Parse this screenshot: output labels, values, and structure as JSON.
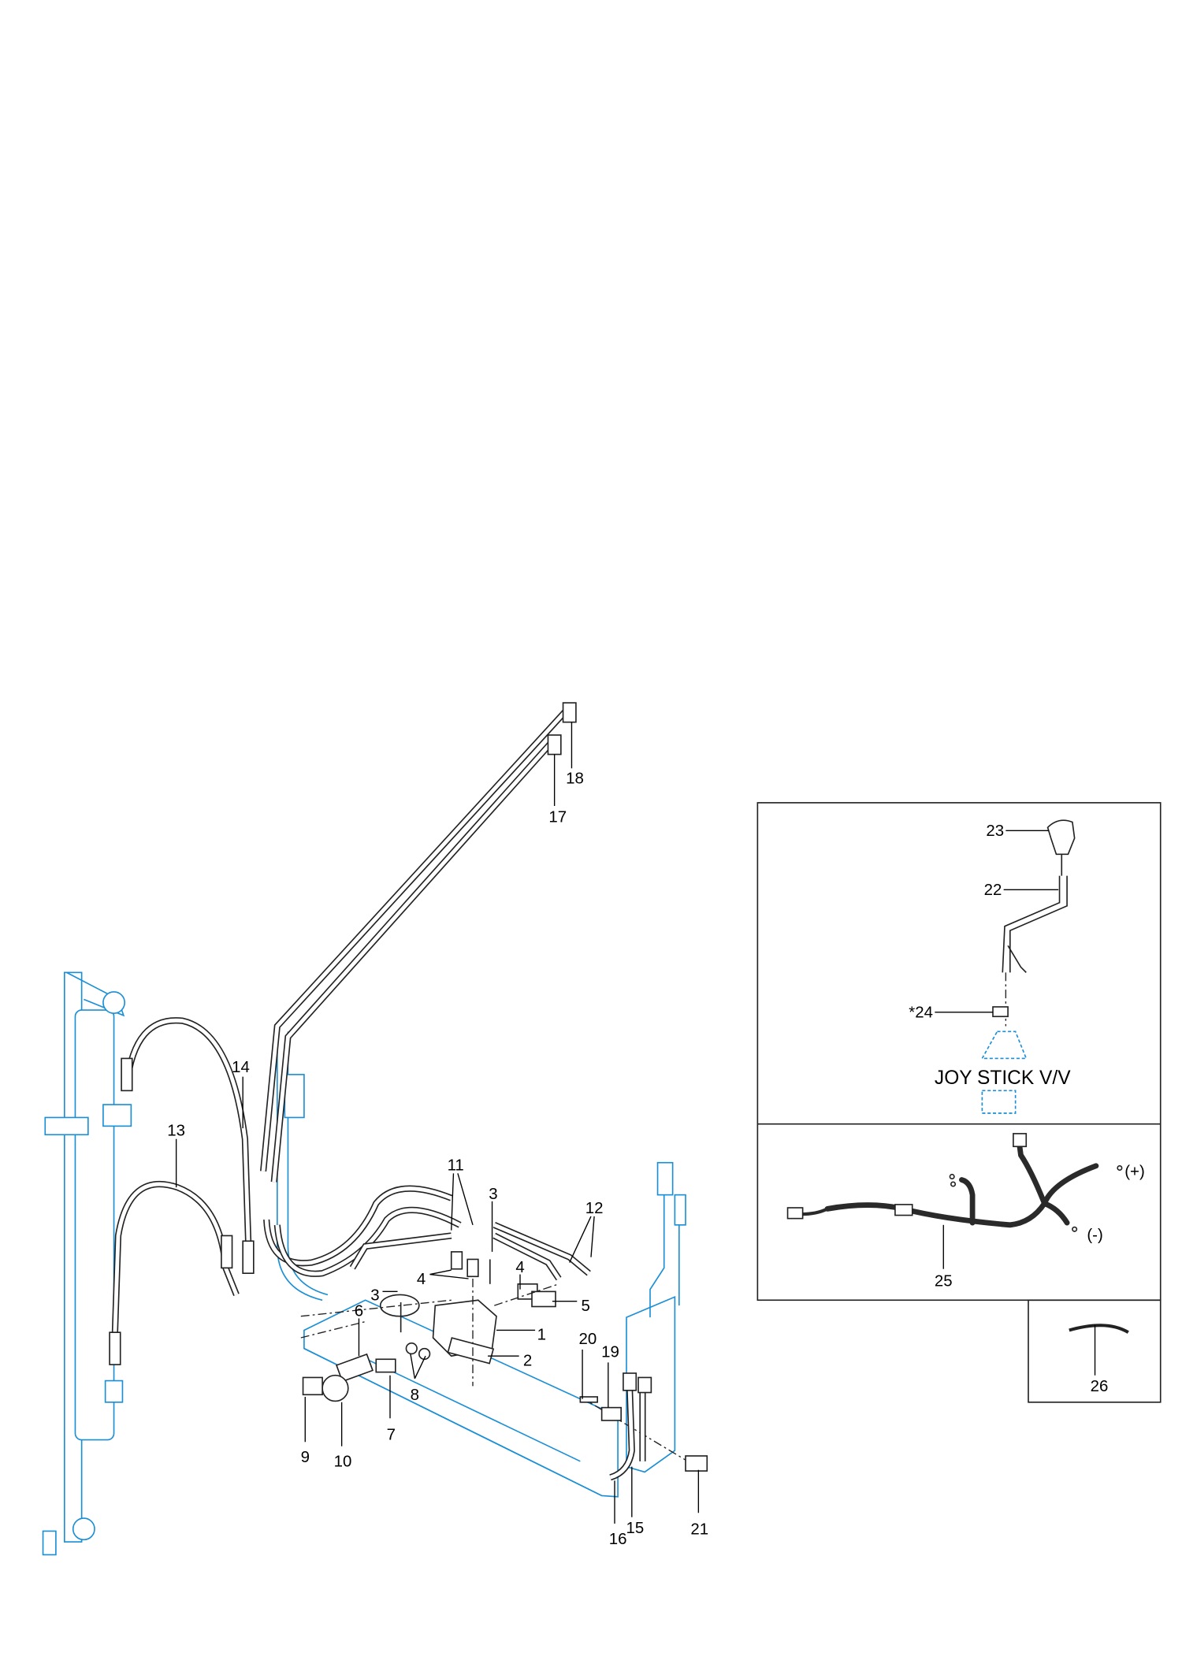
{
  "diagram": {
    "callouts": [
      "18",
      "17",
      "14",
      "13",
      "11",
      "3",
      "12",
      "4",
      "4",
      "5",
      "3",
      "6",
      "1",
      "2",
      "20",
      "19",
      "8",
      "7",
      "9",
      "10",
      "16",
      "15",
      "21"
    ],
    "inset_joystick": {
      "callouts": [
        "23",
        "22",
        "*24"
      ],
      "title": "JOY STICK V/V"
    },
    "inset_harness": {
      "callout": "25",
      "plus_label": "(+)",
      "minus_label": "(-)"
    },
    "inset_hose": {
      "callout": "26"
    }
  },
  "colors": {
    "line": "#222222",
    "reference_part": "#1a8fd6"
  }
}
